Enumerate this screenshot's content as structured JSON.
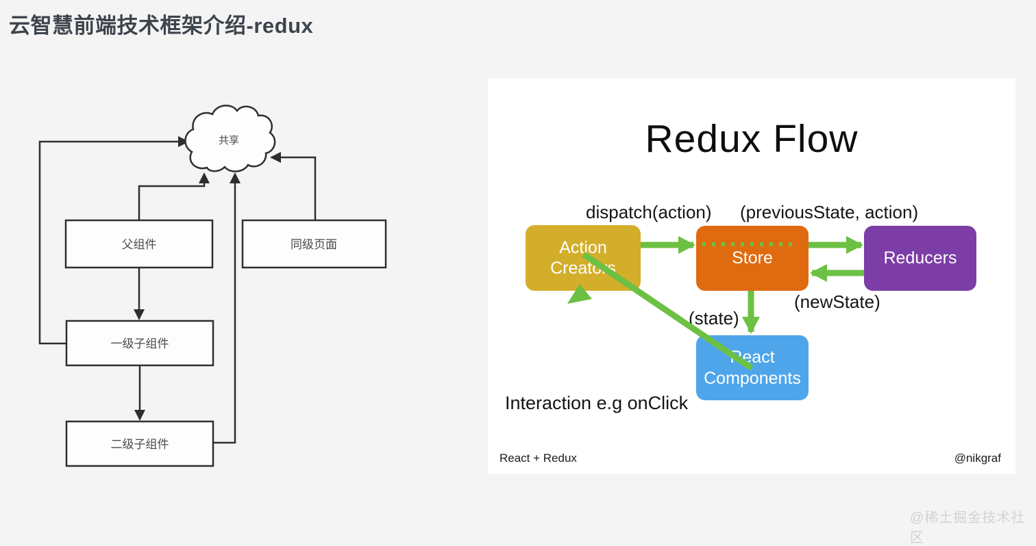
{
  "page": {
    "title": "云智慧前端技术框架介绍-redux",
    "watermark": "@稀土掘金技术社区"
  },
  "left_diagram": {
    "cloud_label": "共享",
    "boxes": {
      "parent": "父组件",
      "sibling_page": "同级页面",
      "child_level1": "一级子组件",
      "child_level2": "二级子组件"
    }
  },
  "redux_slide": {
    "title": "Redux Flow",
    "labels": {
      "dispatch": "dispatch(action)",
      "previous_state": "(previousState, action)",
      "state": "(state)",
      "new_state": "(newState)",
      "interaction": "Interaction e.g onClick"
    },
    "boxes": {
      "action_creators": "Action Creators",
      "store": "Store",
      "reducers": "Reducers",
      "react_components": "React Components"
    },
    "footer_left": "React + Redux",
    "footer_right": "@nikgraf"
  },
  "colors": {
    "action_creators_bg": "#d3ae2b",
    "store_bg": "#e06a10",
    "reducers_bg": "#7c3da6",
    "react_components_bg": "#4fa5e9",
    "arrow_green": "#6cc043",
    "line_dark": "#2e2e2e",
    "slide_bg": "#ffffff",
    "page_bg": "#f4f4f5",
    "title_color": "#3e444c"
  }
}
